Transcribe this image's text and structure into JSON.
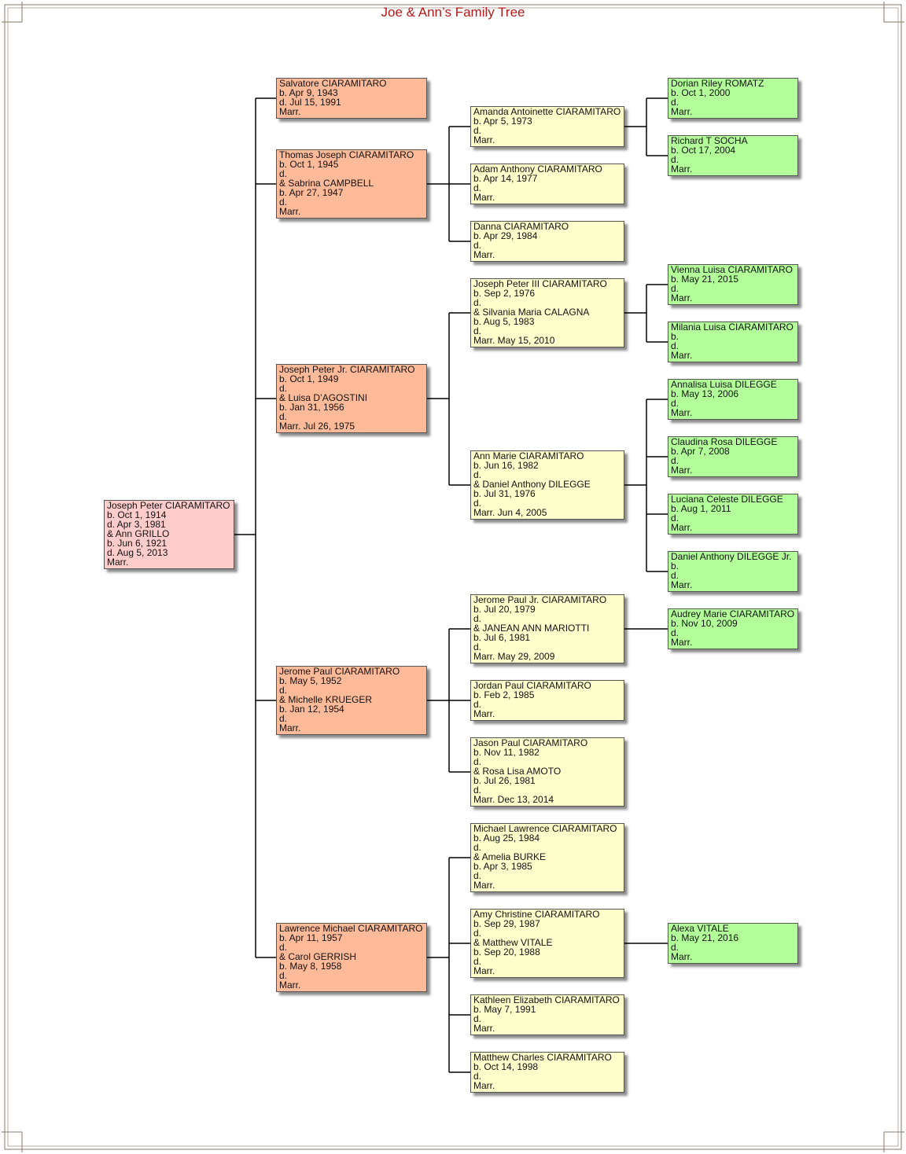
{
  "title": "Joe & Ann’s Family Tree",
  "colors": {
    "root": "#ffcccc",
    "generation_1": "#ffbb99",
    "generation_2": "#ffffcc",
    "generation_3": "#b3ff99",
    "title": "#b31a1a",
    "lines": "#000000"
  },
  "people": {
    "root": [
      "Joseph Peter CIARAMITARO",
      "b. Oct 1, 1914",
      "d. Apr 3, 1981",
      "& Ann GRILLO",
      "b. Jun 6, 1921",
      "d. Aug 5, 2013",
      "Marr."
    ],
    "salvatore": [
      "Salvatore CIARAMITARO",
      "b. Apr 9, 1943",
      "d. Jul 15, 1991",
      "Marr."
    ],
    "thomas": [
      "Thomas Joseph CIARAMITARO",
      "b. Oct 1, 1945",
      "d.",
      "& Sabrina CAMPBELL",
      "b. Apr 27, 1947",
      "d.",
      "Marr."
    ],
    "josephjr": [
      "Joseph Peter Jr. CIARAMITARO",
      "b. Oct 1, 1949",
      "d.",
      "& Luisa D’AGOSTINI",
      "b. Jan 31, 1956",
      "d.",
      "Marr. Jul 26, 1975"
    ],
    "jerome": [
      "Jerome Paul CIARAMITARO",
      "b. May 5, 1952",
      "d.",
      "& Michelle KRUEGER",
      "b. Jan 12, 1954",
      "d.",
      "Marr."
    ],
    "lawrence": [
      "Lawrence Michael CIARAMITARO",
      "b. Apr 11, 1957",
      "d.",
      "& Carol GERRISH",
      "b. May 8, 1958",
      "d.",
      "Marr."
    ],
    "amanda": [
      "Amanda Antoinette CIARAMITARO",
      "b. Apr 5, 1973",
      "d.",
      "Marr."
    ],
    "adam": [
      "Adam Anthony CIARAMITARO",
      "b. Apr 14, 1977",
      "d.",
      "Marr."
    ],
    "danna": [
      "Danna CIARAMITARO",
      "b. Apr 29, 1984",
      "d.",
      "Marr."
    ],
    "josephiii": [
      "Joseph Peter III CIARAMITARO",
      "b. Sep 2, 1976",
      "d.",
      "& Silvania Maria CALAGNA",
      "b. Aug 5, 1983",
      "d.",
      "Marr. May 15, 2010"
    ],
    "annmarie": [
      "Ann Marie CIARAMITARO",
      "b. Jun 16, 1982",
      "d.",
      "& Daniel Anthony DILEGGE",
      "b. Jul 31, 1976",
      "d.",
      "Marr. Jun 4, 2005"
    ],
    "jeromejr": [
      "Jerome Paul Jr. CIARAMITARO",
      "b. Jul 20, 1979",
      "d.",
      "& JANEAN ANN MARIOTTI",
      "b. Jul 6, 1981",
      "d.",
      "Marr. May 29, 2009"
    ],
    "jordan": [
      "Jordan Paul CIARAMITARO",
      "b. Feb 2, 1985",
      "d.",
      "Marr."
    ],
    "jason": [
      "Jason Paul CIARAMITARO",
      "b. Nov 11, 1982",
      "d.",
      "& Rosa Lisa AMOTO",
      "b. Jul 26, 1981",
      "d.",
      "Marr. Dec 13, 2014"
    ],
    "michael": [
      "Michael Lawrence CIARAMITARO",
      "b. Aug 25, 1984",
      "d.",
      "& Amelia BURKE",
      "b. Apr 3, 1985",
      "d.",
      "Marr."
    ],
    "amy": [
      "Amy Christine CIARAMITARO",
      "b. Sep 29, 1987",
      "d.",
      "& Matthew VITALE",
      "b. Sep 20, 1988",
      "d.",
      "Marr."
    ],
    "kathleen": [
      "Kathleen Elizabeth CIARAMITARO",
      "b. May 7, 1991",
      "d.",
      "Marr."
    ],
    "matthew": [
      "Matthew Charles CIARAMITARO",
      "b. Oct 14, 1998",
      "d.",
      "Marr."
    ],
    "dorian": [
      "Dorian Riley ROMATZ",
      "b. Oct 1, 2000",
      "d.",
      "Marr."
    ],
    "richard": [
      "Richard T SOCHA",
      "b. Oct 17, 2004",
      "d.",
      "Marr."
    ],
    "vienna": [
      "Vienna Luisa CIARAMITARO",
      "b. May 21, 2015",
      "d.",
      "Marr."
    ],
    "milania": [
      "Milania Luisa CIARAMITARO",
      "b.",
      "d.",
      "Marr."
    ],
    "annalisa": [
      "Annalisa Luisa DILEGGE",
      "b. May 13, 2006",
      "d.",
      "Marr."
    ],
    "claudina": [
      "Claudina Rosa DILEGGE",
      "b. Apr 7, 2008",
      "d.",
      "Marr."
    ],
    "luciana": [
      "Luciana Celeste DILEGGE",
      "b. Aug 1, 2011",
      "d.",
      "Marr."
    ],
    "danieljr": [
      "Daniel Anthony DILEGGE Jr.",
      "b.",
      "d.",
      "Marr."
    ],
    "audrey": [
      "Audrey Marie CIARAMITARO",
      "b. Nov 10, 2009",
      "d.",
      "Marr."
    ],
    "alexa": [
      "Alexa VITALE",
      "b. May 21, 2016",
      "d.",
      "Marr."
    ]
  },
  "relations": {
    "root": [
      "salvatore",
      "thomas",
      "josephjr",
      "jerome",
      "lawrence"
    ],
    "thomas": [
      "amanda",
      "adam",
      "danna"
    ],
    "josephjr": [
      "josephiii",
      "annmarie"
    ],
    "jerome": [
      "jeromejr",
      "jordan",
      "jason"
    ],
    "lawrence": [
      "michael",
      "amy",
      "kathleen",
      "matthew"
    ],
    "amanda": [
      "dorian",
      "richard"
    ],
    "josephiii": [
      "vienna",
      "milania"
    ],
    "annmarie": [
      "annalisa",
      "claudina",
      "luciana",
      "danieljr"
    ],
    "jeromejr": [
      "audrey"
    ],
    "amy": [
      "alexa"
    ]
  }
}
